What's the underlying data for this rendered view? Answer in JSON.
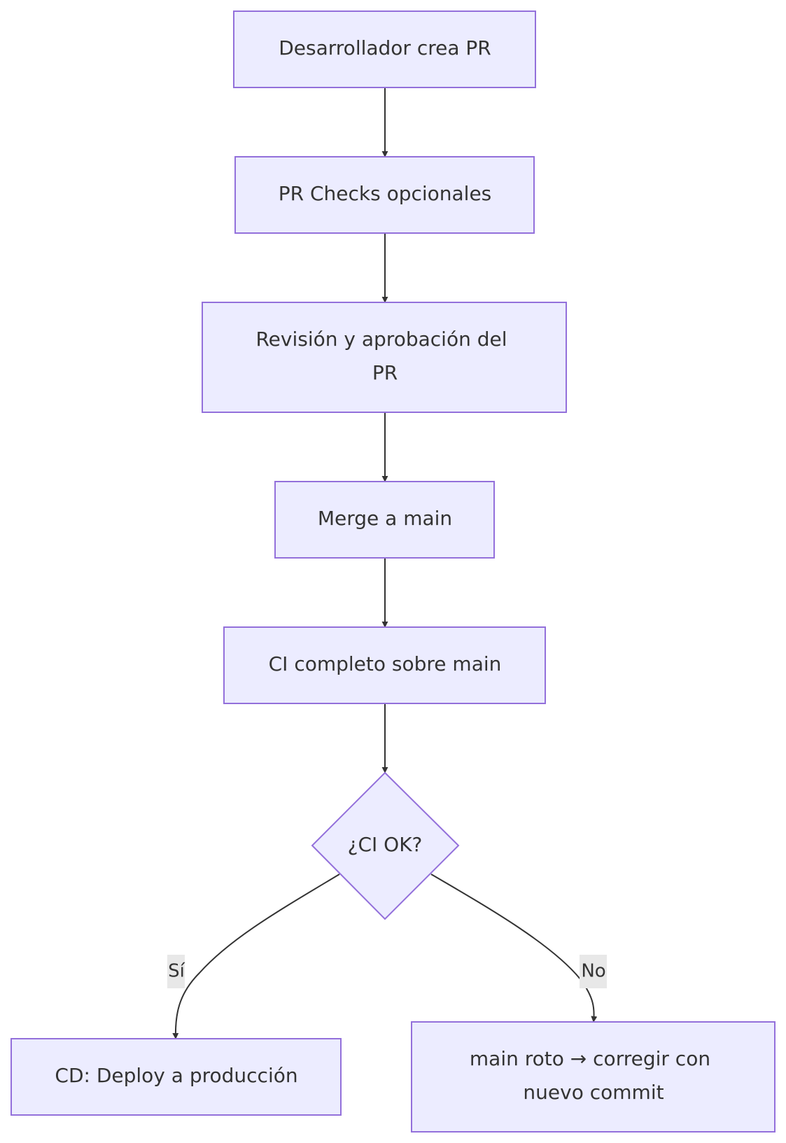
{
  "nodes": {
    "start": {
      "label": "Desarrollador crea PR"
    },
    "pr_checks": {
      "label": "PR Checks opcionales"
    },
    "review": {
      "label_lines": [
        "Revisión y aprobación del",
        "PR"
      ]
    },
    "merge": {
      "label": "Merge a main"
    },
    "ci_main": {
      "label": "CI completo sobre main"
    },
    "decision": {
      "label": "¿CI OK?"
    },
    "deploy": {
      "label": "CD: Deploy a producción"
    },
    "fix": {
      "label_lines": [
        "main roto → corregir con",
        "nuevo commit"
      ]
    }
  },
  "edges": {
    "yes_label": "Sí",
    "no_label": "No"
  },
  "colors": {
    "node_fill": "#ECECFF",
    "node_stroke": "#9370DB",
    "edge": "#333333",
    "edge_label_bg": "#e8e8e8",
    "text": "#333333"
  }
}
